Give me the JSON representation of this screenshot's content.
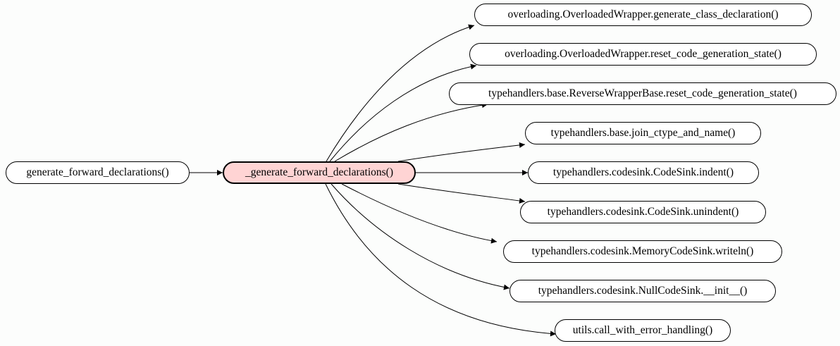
{
  "graph": {
    "caller": "generate_forward_declarations()",
    "focus": "_generate_forward_declarations()",
    "callees": [
      "overloading.OverloadedWrapper.generate_class_declaration()",
      "overloading.OverloadedWrapper.reset_code_generation_state()",
      "typehandlers.base.ReverseWrapperBase.reset_code_generation_state()",
      "typehandlers.base.join_ctype_and_name()",
      "typehandlers.codesink.CodeSink.indent()",
      "typehandlers.codesink.CodeSink.unindent()",
      "typehandlers.codesink.MemoryCodeSink.writeln()",
      "typehandlers.codesink.NullCodeSink.__init__()",
      "utils.call_with_error_handling()"
    ]
  },
  "colors": {
    "focus_fill": "#ffd4d4",
    "node_fill": "#ffffff",
    "edge": "#000000",
    "background": "#fcfdfc"
  }
}
